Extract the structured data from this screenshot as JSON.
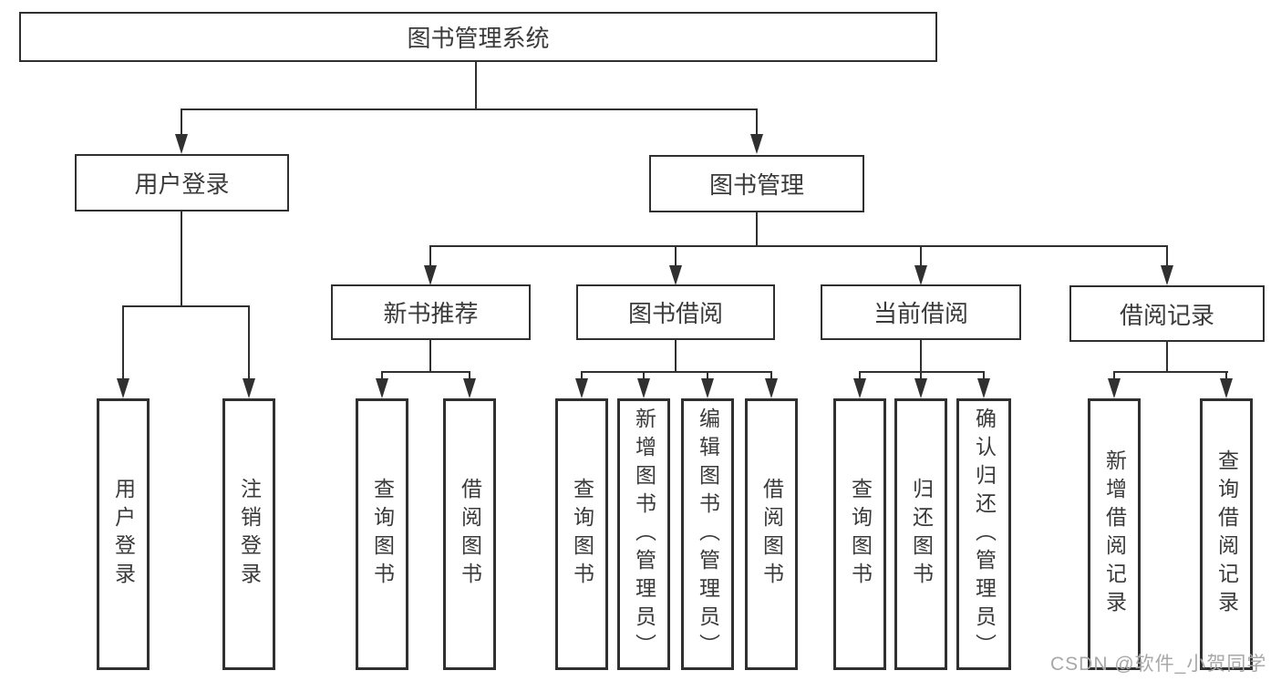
{
  "root": {
    "label": "图书管理系统"
  },
  "branches": [
    {
      "label": "用户登录",
      "children": [
        {
          "label": "用户登录"
        },
        {
          "label": "注销登录"
        }
      ]
    },
    {
      "label": "图书管理",
      "groups": [
        {
          "label": "新书推荐",
          "children": [
            {
              "label": "查询图书"
            },
            {
              "label": "借阅图书"
            }
          ]
        },
        {
          "label": "图书借阅",
          "children": [
            {
              "label": "查询图书"
            },
            {
              "label": "新增图书（管理员）"
            },
            {
              "label": "编辑图书（管理员）"
            },
            {
              "label": "借阅图书"
            }
          ]
        },
        {
          "label": "当前借阅",
          "children": [
            {
              "label": "查询图书"
            },
            {
              "label": "归还图书"
            },
            {
              "label": "确认归还（管理员）"
            }
          ]
        },
        {
          "label": "借阅记录",
          "children": [
            {
              "label": "新增借阅记录"
            },
            {
              "label": "查询借阅记录"
            }
          ]
        }
      ]
    }
  ],
  "watermark": {
    "text": "CSDN @软件_小贺同学"
  },
  "colors": {
    "line": "#303030",
    "box_border": "#303030",
    "text": "#3a3a3a",
    "watermark": "#a8a8a8",
    "background": "#ffffff"
  }
}
